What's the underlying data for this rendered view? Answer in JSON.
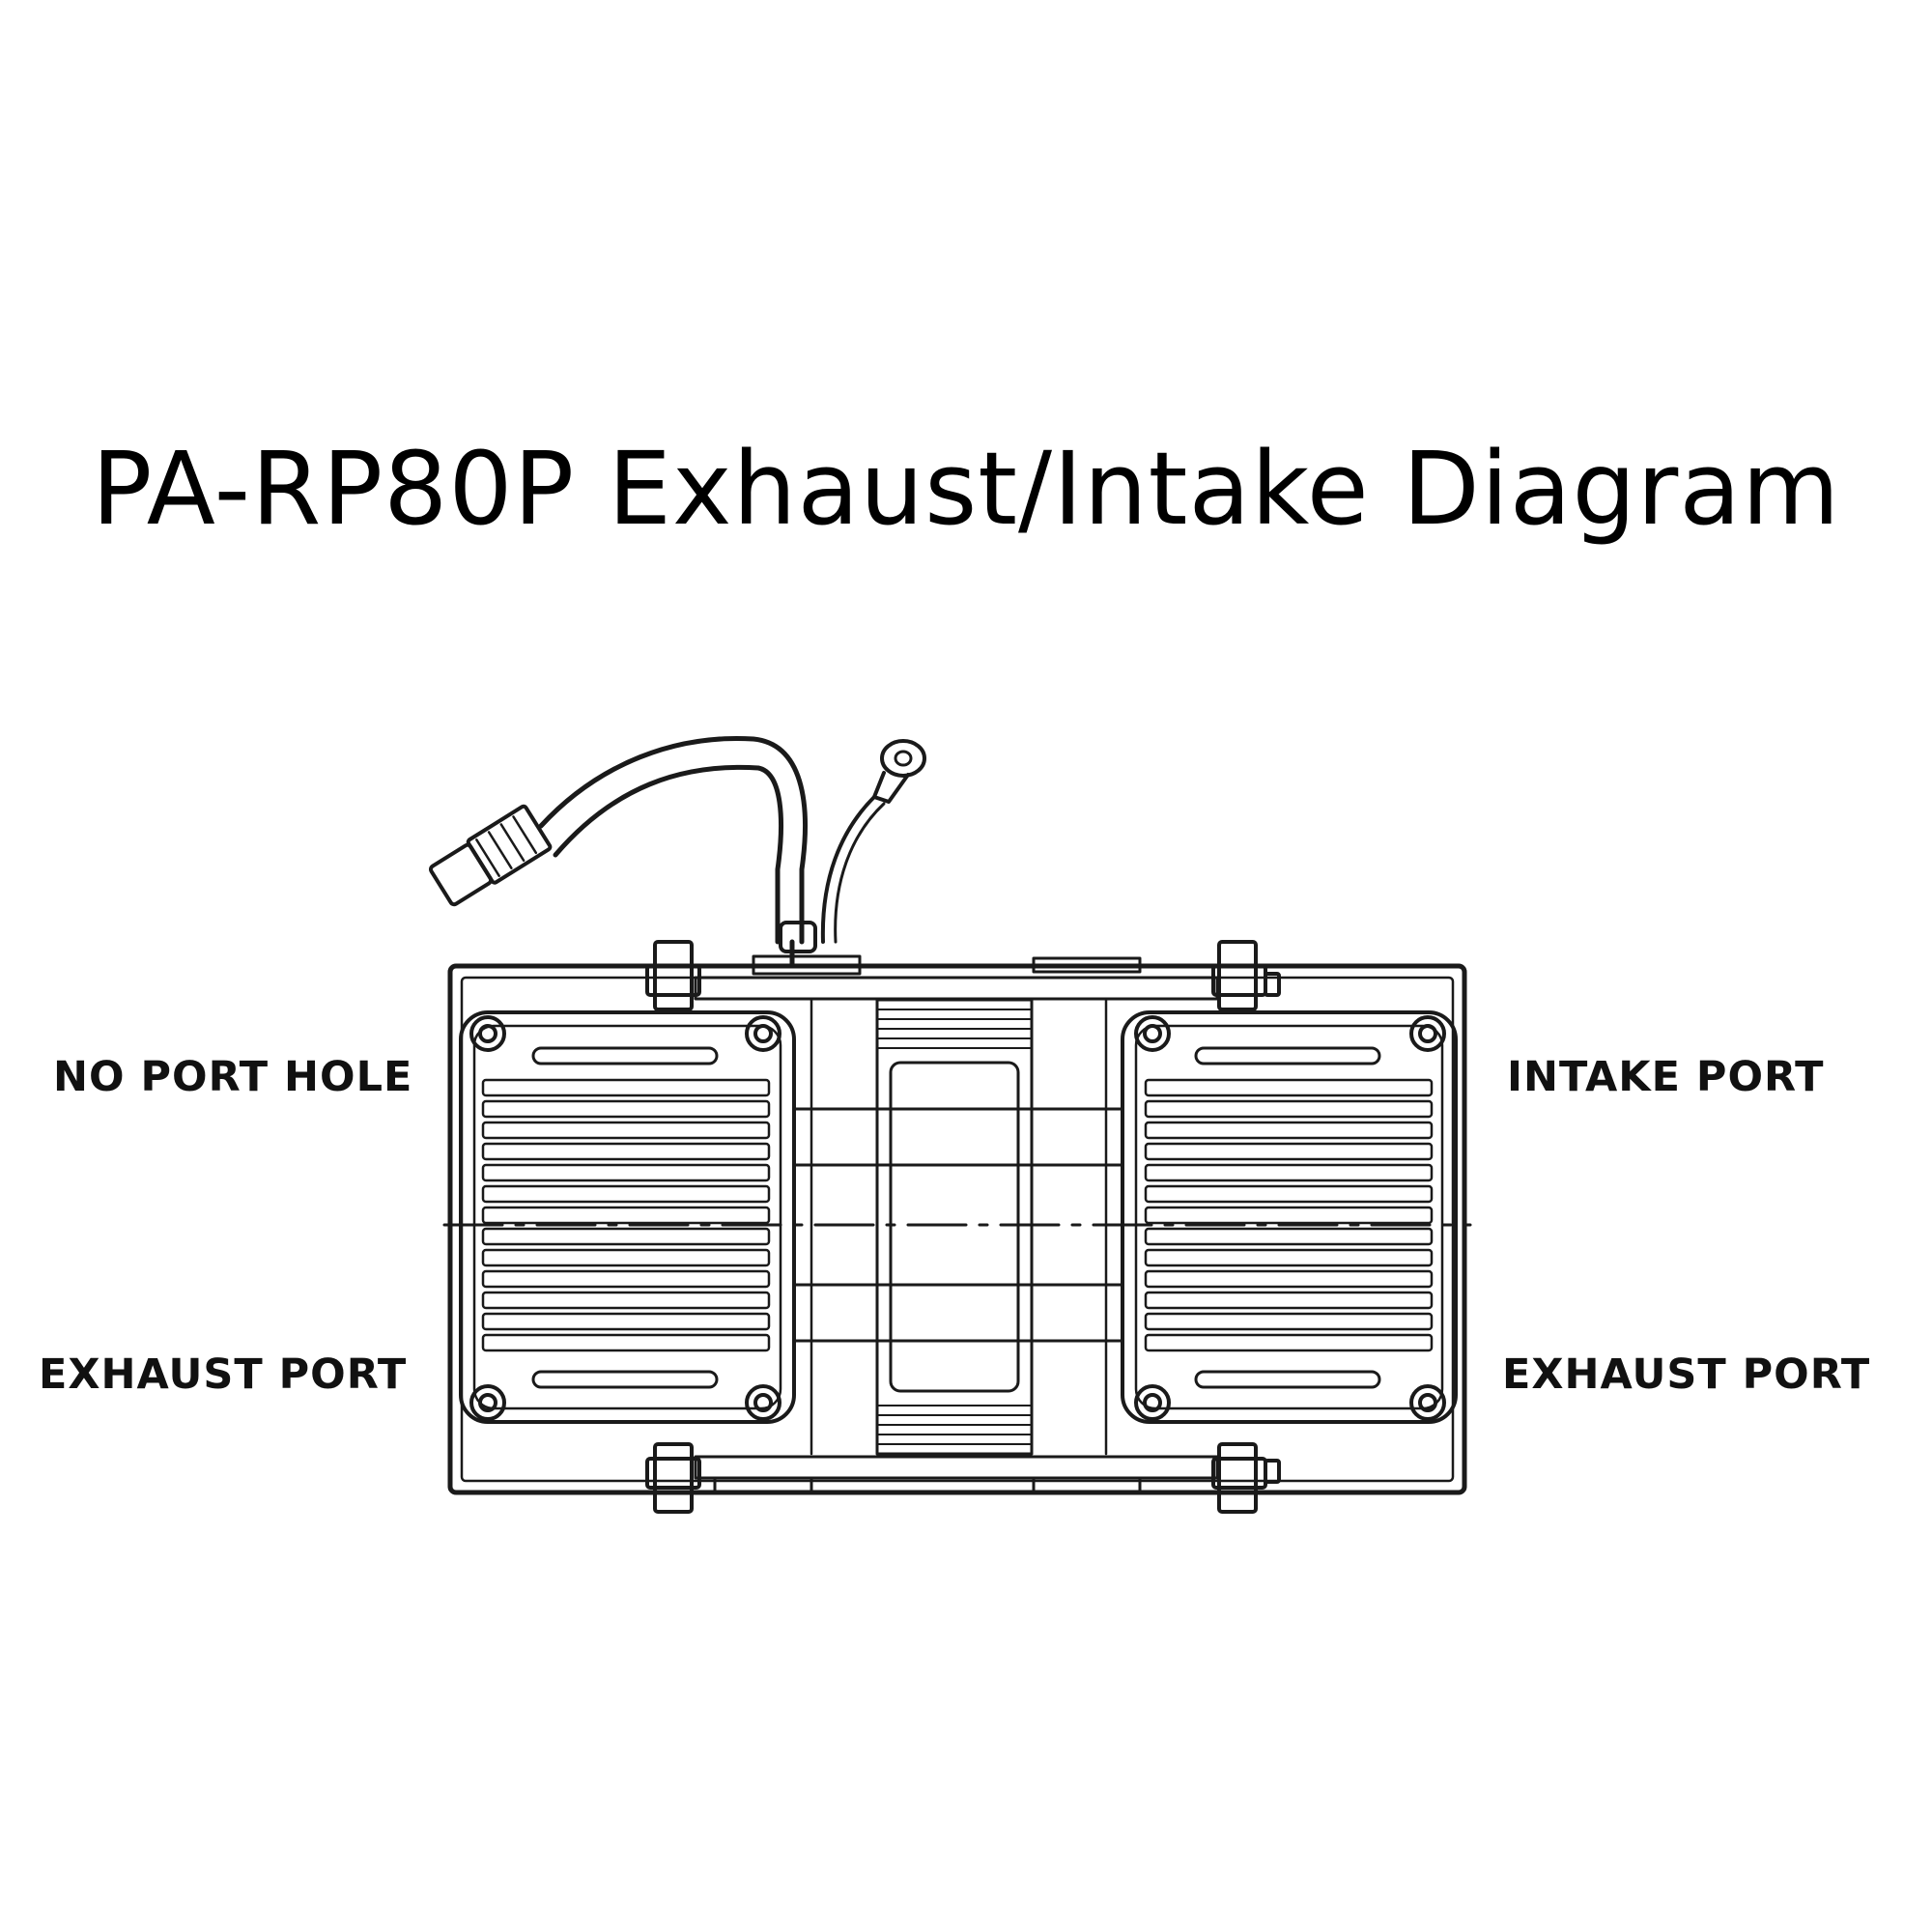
{
  "title": "PA-RP80P Exhaust/Intake Diagram",
  "labels": {
    "no_port_hole": "NO PORT HOLE",
    "exhaust_port_left": "EXHAUST PORT",
    "intake_port": "INTAKE PORT",
    "exhaust_port_right": "EXHAUST PORT"
  }
}
